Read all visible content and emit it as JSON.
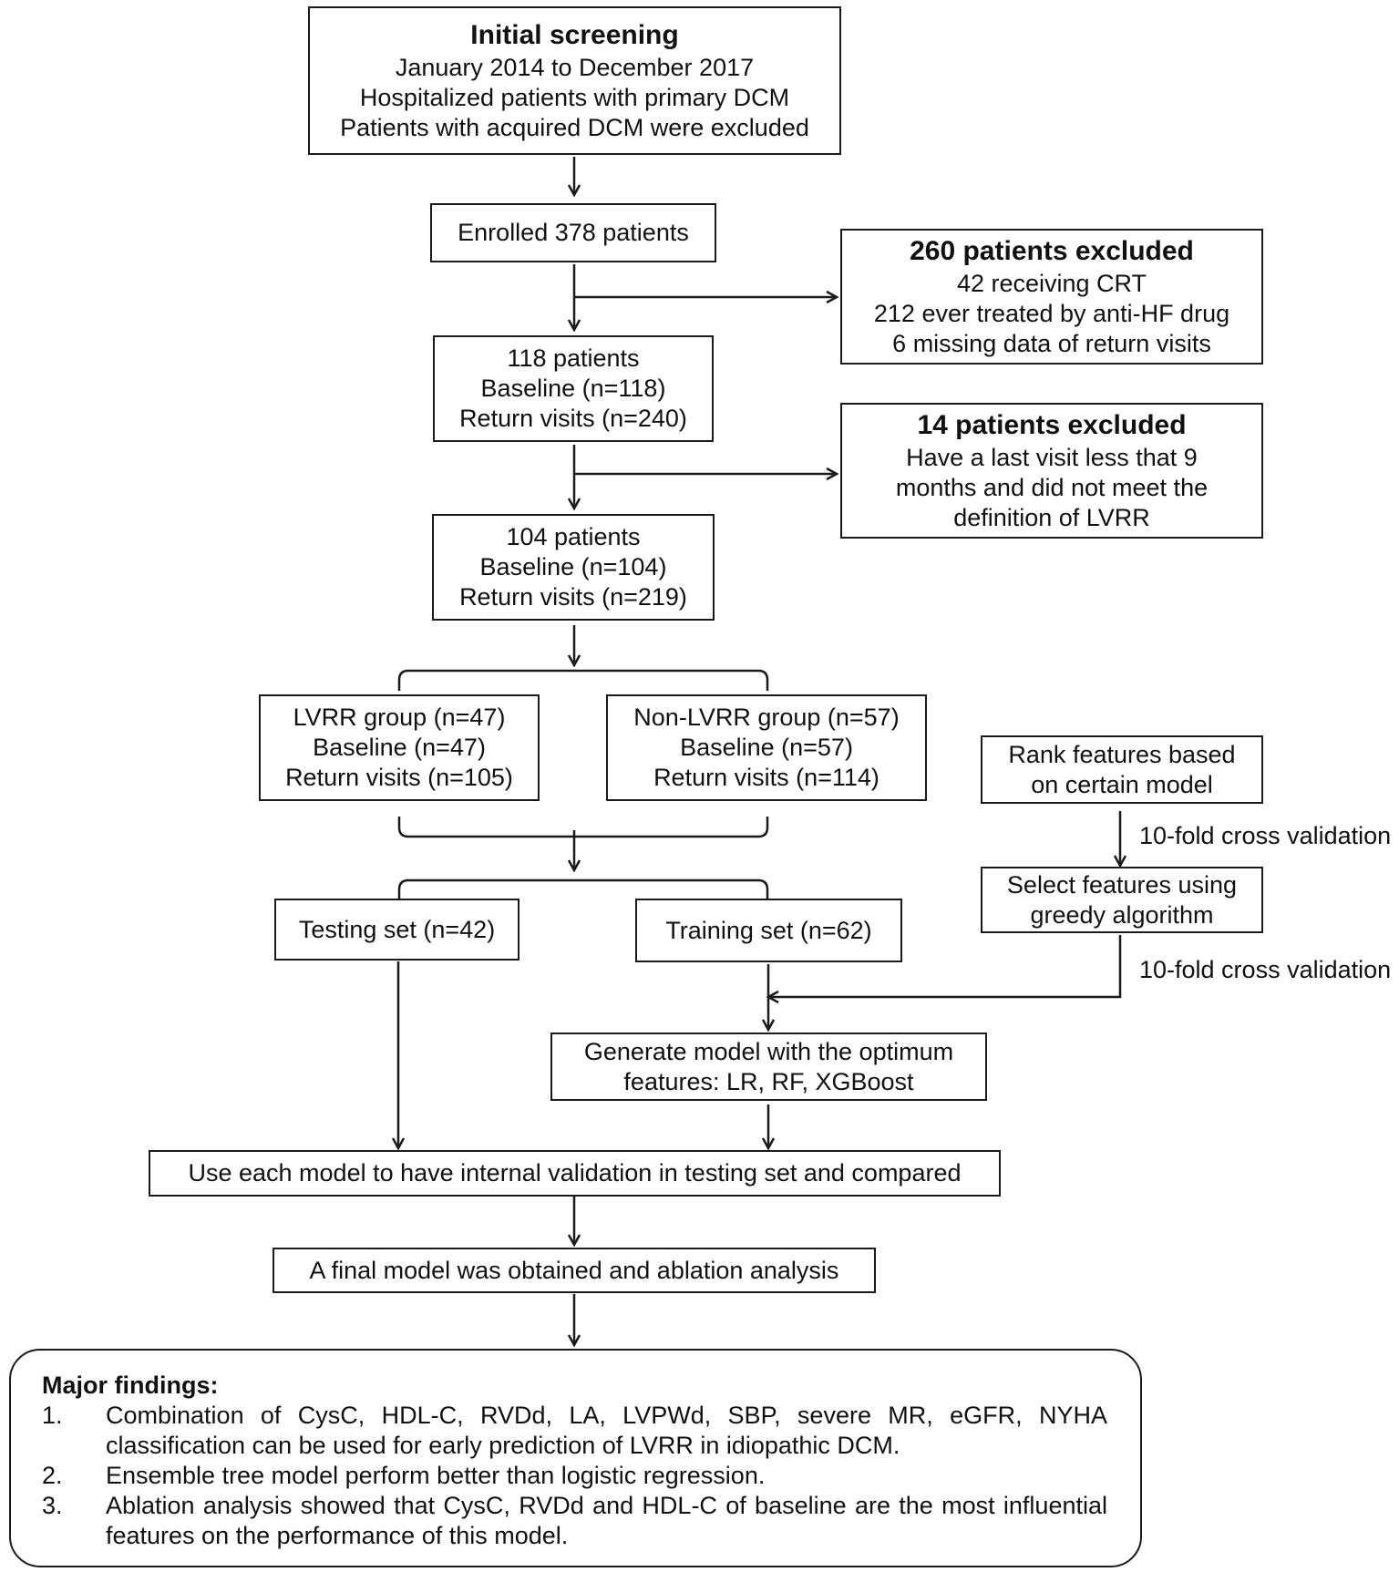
{
  "initial_screening": {
    "title": "Initial screening",
    "lines": [
      "January 2014 to December 2017",
      "Hospitalized patients with primary DCM",
      "Patients with acquired DCM were excluded"
    ]
  },
  "enrolled": {
    "text": "Enrolled 378 patients"
  },
  "excluded_260": {
    "title": "260 patients excluded",
    "lines": [
      "42 receiving CRT",
      "212 ever treated by anti-HF drug",
      "6 missing data of return visits"
    ]
  },
  "patients_118": {
    "lines": [
      "118 patients",
      "Baseline (n=118)",
      "Return visits (n=240)"
    ]
  },
  "excluded_14": {
    "title": "14 patients excluded",
    "lines": [
      "Have a last visit less that 9",
      "months and did not meet the",
      "definition of LVRR"
    ]
  },
  "patients_104": {
    "lines": [
      "104 patients",
      "Baseline (n=104)",
      "Return visits (n=219)"
    ]
  },
  "lvrr_group": {
    "lines": [
      "LVRR group (n=47)",
      "Baseline (n=47)",
      "Return visits (n=105)"
    ]
  },
  "non_lvrr_group": {
    "lines": [
      "Non-LVRR group (n=57)",
      "Baseline (n=57)",
      "Return visits (n=114)"
    ]
  },
  "rank_features": {
    "lines": [
      "Rank features based",
      "on certain model"
    ]
  },
  "cv_label_1": "10-fold cross validation",
  "select_features": {
    "lines": [
      "Select features using",
      "greedy algorithm"
    ]
  },
  "cv_label_2": "10-fold cross validation",
  "testing_set": {
    "text": "Testing set (n=42)"
  },
  "training_set": {
    "text": "Training set (n=62)"
  },
  "generate_model": {
    "lines": [
      "Generate model with the optimum",
      "features: LR, RF, XGBoost"
    ]
  },
  "internal_validation": {
    "text": "Use each model to have internal validation in testing set and compared"
  },
  "final_model": {
    "text": "A final model was obtained and ablation analysis"
  },
  "findings": {
    "title": "Major findings:",
    "items": [
      {
        "num": "1.",
        "text": "Combination of CysC, HDL-C, RVDd, LA, LVPWd, SBP, severe MR, eGFR, NYHA classification can be used for early prediction of LVRR in idiopathic DCM."
      },
      {
        "num": "2.",
        "text": "Ensemble tree model perform better than logistic regression."
      },
      {
        "num": "3.",
        "text": "Ablation analysis showed that CysC, RVDd and HDL-C of baseline are the most influential features on the performance of this model."
      }
    ]
  }
}
